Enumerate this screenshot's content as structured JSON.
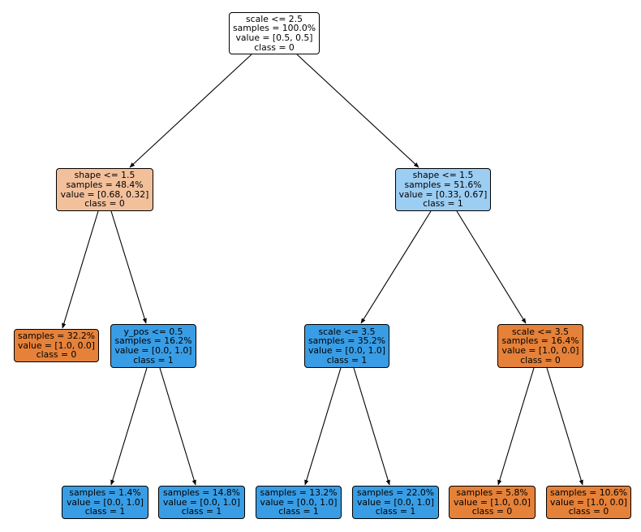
{
  "title": "Decision tree plot",
  "colors": {
    "root": "#ffffff",
    "light_orange": "#f3c09c",
    "light_blue": "#9ccdf3",
    "orange": "#e58139",
    "blue": "#399de5",
    "edge": "#000000"
  },
  "nodes": [
    {
      "id": "n0",
      "lines": [
        "scale <= 2.5",
        "samples = 100.0%",
        "value = [0.5, 0.5]",
        "class = 0"
      ],
      "fill": "root",
      "parent": null
    },
    {
      "id": "n1",
      "lines": [
        "shape <= 1.5",
        "samples = 48.4%",
        "value = [0.68, 0.32]",
        "class = 0"
      ],
      "fill": "light_orange",
      "parent": "n0"
    },
    {
      "id": "n2",
      "lines": [
        "shape <= 1.5",
        "samples = 51.6%",
        "value = [0.33, 0.67]",
        "class = 1"
      ],
      "fill": "light_blue",
      "parent": "n0"
    },
    {
      "id": "n3",
      "lines": [
        "samples = 32.2%",
        "value = [1.0, 0.0]",
        "class = 0"
      ],
      "fill": "orange",
      "parent": "n1"
    },
    {
      "id": "n4",
      "lines": [
        "y_pos <= 0.5",
        "samples = 16.2%",
        "value = [0.0, 1.0]",
        "class = 1"
      ],
      "fill": "blue",
      "parent": "n1"
    },
    {
      "id": "n5",
      "lines": [
        "scale <= 3.5",
        "samples = 35.2%",
        "value = [0.0, 1.0]",
        "class = 1"
      ],
      "fill": "blue",
      "parent": "n2"
    },
    {
      "id": "n6",
      "lines": [
        "scale <= 3.5",
        "samples = 16.4%",
        "value = [1.0, 0.0]",
        "class = 0"
      ],
      "fill": "orange",
      "parent": "n2"
    },
    {
      "id": "n7",
      "lines": [
        "samples = 1.4%",
        "value = [0.0, 1.0]",
        "class = 1"
      ],
      "fill": "blue",
      "parent": "n4"
    },
    {
      "id": "n8",
      "lines": [
        "samples = 14.8%",
        "value = [0.0, 1.0]",
        "class = 1"
      ],
      "fill": "blue",
      "parent": "n4"
    },
    {
      "id": "n9",
      "lines": [
        "samples = 13.2%",
        "value = [0.0, 1.0]",
        "class = 1"
      ],
      "fill": "blue",
      "parent": "n5"
    },
    {
      "id": "n10",
      "lines": [
        "samples = 22.0%",
        "value = [0.0, 1.0]",
        "class = 1"
      ],
      "fill": "blue",
      "parent": "n5"
    },
    {
      "id": "n11",
      "lines": [
        "samples = 5.8%",
        "value = [1.0, 0.0]",
        "class = 0"
      ],
      "fill": "orange",
      "parent": "n6"
    },
    {
      "id": "n12",
      "lines": [
        "samples = 10.6%",
        "value = [1.0, 0.0]",
        "class = 0"
      ],
      "fill": "orange",
      "parent": "n6"
    }
  ]
}
